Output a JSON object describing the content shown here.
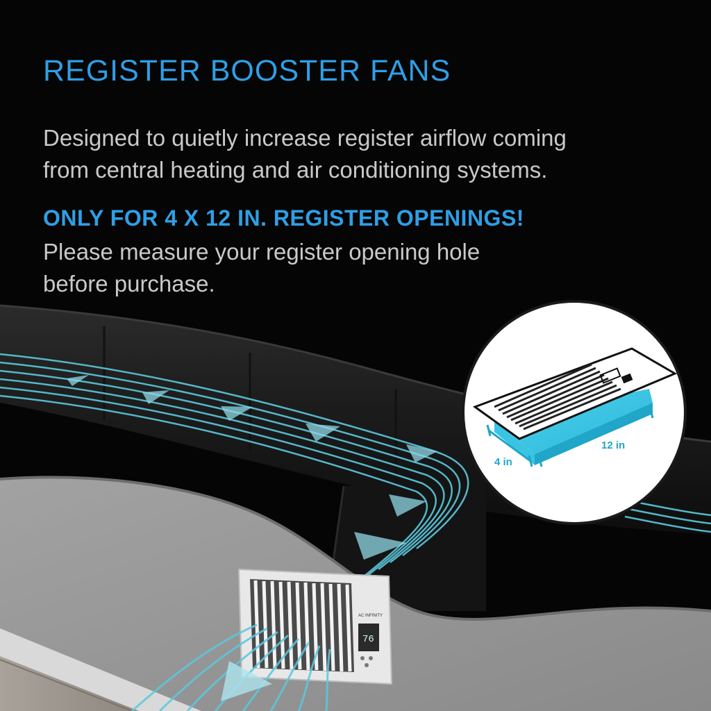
{
  "headline": "REGISTER BOOSTER FANS",
  "description": {
    "line1": "Designed to quietly increase register airflow coming",
    "line2": "from central heating and air conditioning systems."
  },
  "warning": "ONLY FOR 4 X 12 IN. REGISTER OPENINGS!",
  "note": {
    "line1": "Please measure your register opening hole",
    "line2": "before purchase."
  },
  "dimensions": {
    "width_label": "4 in",
    "length_label": "12 in"
  },
  "device": {
    "brand": "AC INFINITY",
    "display_value": "76"
  },
  "colors": {
    "accent_blue": "#2e9fe6",
    "airflow_cyan": "#5cc8dc",
    "background": "#050505",
    "body_text": "#c9c9c9"
  },
  "icons": [
    "airflow-arrow-icon",
    "register-fan-diagram-icon"
  ]
}
